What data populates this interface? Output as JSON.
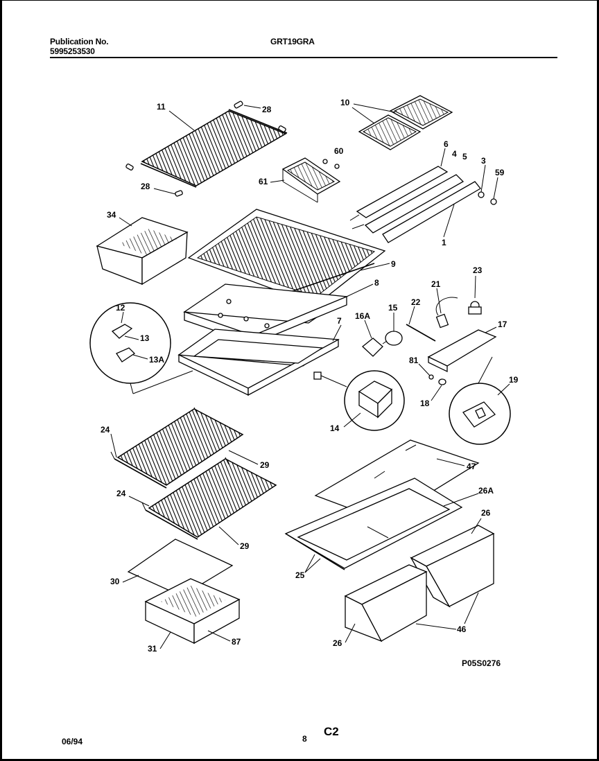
{
  "header": {
    "publication_label": "Publication No.",
    "publication_number": "5995253530",
    "model": "GRT19GRA"
  },
  "footer": {
    "date": "06/94",
    "page": "8",
    "section": "C2",
    "drawing_code": "P05S0276"
  },
  "callouts": [
    "11",
    "28",
    "28",
    "10",
    "60",
    "61",
    "6",
    "4",
    "5",
    "3",
    "59",
    "34",
    "1",
    "9",
    "8",
    "23",
    "21",
    "12",
    "22",
    "16A",
    "15",
    "13",
    "13A",
    "7",
    "17",
    "81",
    "19",
    "18",
    "14",
    "24",
    "29",
    "47",
    "24",
    "26A",
    "29",
    "26",
    "30",
    "25",
    "87",
    "31",
    "26",
    "46"
  ]
}
